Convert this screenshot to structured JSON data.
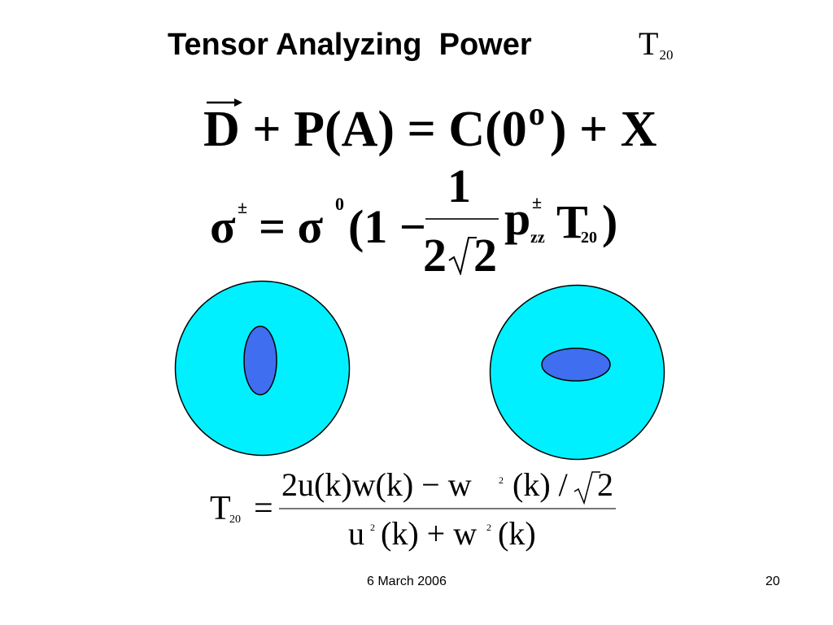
{
  "slide": {
    "title": "Tensor Analyzing  Power",
    "title_symbol": {
      "base": "T",
      "sub": "20"
    },
    "reaction": {
      "d": "D",
      "rest": "+ P(A) = C(0",
      "degree": "o",
      "tail": ") + X"
    },
    "cross_section": {
      "lhs_sigma": "σ",
      "lhs_sup": "±",
      "equals_sigma": "= σ",
      "sigma0_sup": "0",
      "open": "(1 −",
      "frac_num": "1",
      "frac_den_two": "2",
      "frac_den_root": "2",
      "p": "p",
      "p_sup": "±",
      "p_sub": "zz",
      "t": "T",
      "t_sub": "20",
      "close": ")"
    },
    "t20_formula": {
      "lhs": "T",
      "lhs_sub": "20",
      "equals": "=",
      "num_part1": "2u(k)w(k) − w",
      "num_sup": "2",
      "num_part2": "(k) /",
      "num_root": "2",
      "den_u": "u",
      "den_u_sup": "2",
      "den_mid": "(k) + w",
      "den_w_sup": "2",
      "den_end": "(k)"
    },
    "colors": {
      "sphere_fill": "#00f0ff",
      "ellipse_fill": "#3f6ef0",
      "stroke": "#000000"
    },
    "footer": {
      "date": "6 March 2006",
      "page": "20"
    }
  }
}
